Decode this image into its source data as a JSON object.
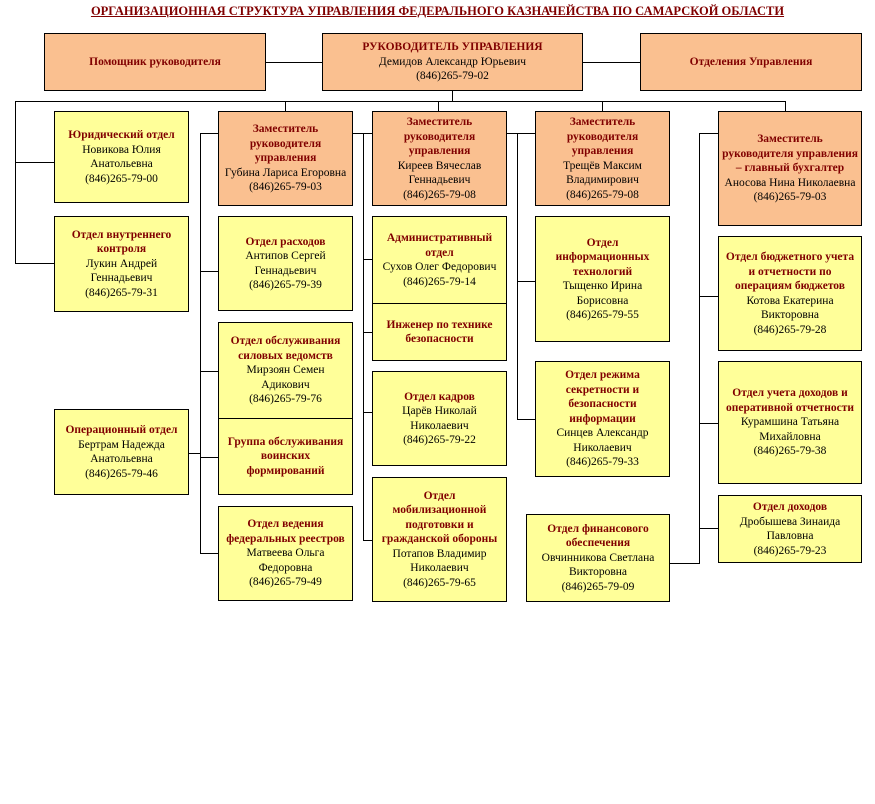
{
  "title": "ОРГАНИЗАЦИОННАЯ СТРУКТУРА УПРАВЛЕНИЯ ФЕДЕРАЛЬНОГО КАЗНАЧЕЙСТВА ПО САМАРСКОЙ ОБЛАСТИ",
  "colors": {
    "unit_fill": "#ffff99",
    "leader_fill": "#fac090",
    "heading_text": "#800000",
    "line": "#000000"
  },
  "head": {
    "title": "РУКОВОДИТЕЛЬ УПРАВЛЕНИЯ",
    "name": "Демидов Александр Юрьевич",
    "phone": "(846)265-79-02"
  },
  "assistant": {
    "title": "Помощник руководителя"
  },
  "branches": {
    "title": "Отделения Управления"
  },
  "col1": {
    "legal": {
      "title": "Юридический отдел",
      "name": "Новикова Юлия Анатольевна",
      "phone": "(846)265-79-00"
    },
    "internal_control": {
      "title": "Отдел внутреннего контроля",
      "name": "Лукин Андрей Геннадьевич",
      "phone": "(846)265-79-31"
    },
    "operations": {
      "title": "Операционный отдел",
      "name": "Бертрам Надежда Анатольевна",
      "phone": "(846)265-79-46"
    }
  },
  "col2": {
    "deputy": {
      "title": "Заместитель руководителя управления",
      "name": "Губина Лариса Егоровна",
      "phone": "(846)265-79-03"
    },
    "expenses": {
      "title": "Отдел расходов",
      "name": "Антипов Сергей Геннадьевич",
      "phone": "(846)265-79-39"
    },
    "security_agencies": {
      "title": "Отдел обслуживания силовых ведомств",
      "name": "Мирзоян Семен Адикович",
      "phone": "(846)265-79-76"
    },
    "military_group": {
      "title": "Группа обслуживания воинских формирований"
    },
    "registers": {
      "title": "Отдел ведения федеральных реестров",
      "name": "Матвеева Ольга Федоровна",
      "phone": "(846)265-79-49"
    }
  },
  "col3": {
    "deputy": {
      "title": "Заместитель руководителя управления",
      "name": "Киреев Вячеслав Геннадьевич",
      "phone": "(846)265-79-08"
    },
    "admin": {
      "title": "Административный отдел",
      "name": "Сухов Олег Федорович",
      "phone": "(846)265-79-14"
    },
    "safety_engineer": {
      "title": "Инженер по технике безопасности"
    },
    "hr": {
      "title": "Отдел кадров",
      "name": "Царёв Николай Николаевич",
      "phone": "(846)265-79-22"
    },
    "mobilization": {
      "title": "Отдел мобилизационной подготовки и гражданской обороны",
      "name": "Потапов Владимир Николаевич",
      "phone": "(846)265-79-65"
    }
  },
  "col4": {
    "deputy": {
      "title": "Заместитель руководителя управления",
      "name": "Трещёв Максим Владимирович",
      "phone": "(846)265-79-08"
    },
    "it": {
      "title": "Отдел информационных технологий",
      "name": "Тыщенко Ирина Борисовна",
      "phone": "(846)265-79-55"
    },
    "secrecy": {
      "title": "Отдел режима секретности и безопасности информации",
      "name": "Синцев Александр Николаевич",
      "phone": "(846)265-79-33"
    },
    "finance": {
      "title": "Отдел финансового обеспечения",
      "name": "Овчинникова Светлана Викторовна",
      "phone": "(846)265-79-09"
    }
  },
  "col5": {
    "deputy": {
      "title": "Заместитель руководителя управления – главный бухгалтер",
      "name": "Аносова Нина Николаевна",
      "phone": "(846)265-79-03"
    },
    "budget_accounting": {
      "title": "Отдел бюджетного учета и отчетности по операциям бюджетов",
      "name": "Котова Екатерина Викторовна",
      "phone": "(846)265-79-28"
    },
    "income_accounting": {
      "title": "Отдел учета доходов и оперативной отчетности",
      "name": "Курамшина Татьяна Михайловна",
      "phone": "(846)265-79-38"
    },
    "income": {
      "title": "Отдел доходов",
      "name": "Дробышева Зинаида Павловна",
      "phone": "(846)265-79-23"
    }
  }
}
